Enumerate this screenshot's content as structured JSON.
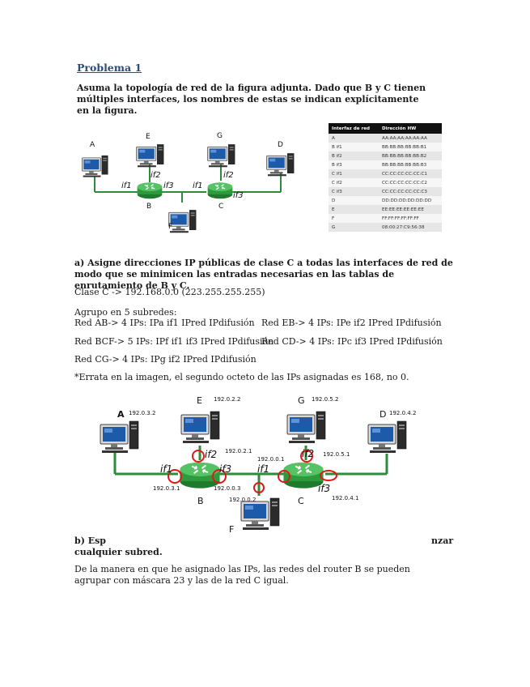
{
  "title": "Problema 1",
  "intro": "Asuma la topología de red de la figura adjunta. Dado que B y C tienen múltiples interfaces, los nombres de estas se indican explícitamente en la figura.",
  "mac_table": {
    "headers": [
      "Interfaz de red",
      "Dirección HW"
    ],
    "rows": [
      [
        "A",
        "AA:AA:AA:AA:AA:AA"
      ],
      [
        "B if1",
        "BB:BB:BB:BB:BB:B1"
      ],
      [
        "B if2",
        "BB:BB:BB:BB:BB:B2"
      ],
      [
        "B if3",
        "BB:BB:BB:BB:BB:B3"
      ],
      [
        "C if1",
        "CC:CC:CC:CC:CC:C1"
      ],
      [
        "C if2",
        "CC:CC:CC:CC:CC:C2"
      ],
      [
        "C if3",
        "CC:CC:CC:CC:CC:C3"
      ],
      [
        "D",
        "DD:DD:DD:DD:DD:DD"
      ],
      [
        "E",
        "EE:EE:EE:EE:EE:EE"
      ],
      [
        "F",
        "FF:FF:FF:FF:FF:FF"
      ],
      [
        "G",
        "08:00:27:C9:56:38"
      ]
    ]
  },
  "diagram1": {
    "nodes": {
      "A": "A",
      "E": "E",
      "G": "G",
      "D": "D",
      "B": "B",
      "C": "C",
      "F": "F"
    },
    "ifs": {
      "b_if1": "if1",
      "b_if2": "if2",
      "b_if3": "if3",
      "c_if1": "if1",
      "c_if2": "if2",
      "c_if3": "if3"
    }
  },
  "part_a": {
    "heading": "a) Asigne direcciones IP públicas de clase C a todas las interfaces de red de modo que se minimicen las entradas necesarias en las tablas de enrutamiento de B y C.",
    "clase": "Clase C -> 192.168.0.0 (223.255.255.255)",
    "agrupo": "Agrupo en 5 subredes:",
    "red_ab": "Red AB-> 4 IPs: IPa if1 IPred IPdifusión",
    "red_eb": "Red EB-> 4 IPs: IPe if2 IPred IPdifusión",
    "red_bcf": "Red BCF-> 5 IPs: IPf if1 if3 IPred IPdifusión",
    "red_cd": "Red CD-> 4 IPs: IPc if3 IPred IPdifusión",
    "red_cg": "Red CG-> 4 IPs: IPg if2 IPred IPdifusión",
    "errata": "*Errata en la imagen, el segundo octeto de las IPs asignadas es 168, no 0."
  },
  "diagram2": {
    "ips": {
      "A": "192.0.3.2",
      "E": "192.0.2.2",
      "G": "192.0.5.2",
      "D": "192.0.4.2",
      "B_if2": "192.0.2.1",
      "C_if2": "192.0.5.1",
      "C_if1": "192.0.0.1",
      "B_if1": "192.0.3.1",
      "B_if3": "192.0.0.3",
      "F": "192.0.0.2",
      "C_if3": "192.0.4.1"
    },
    "ifs": {
      "b_if1": "if1",
      "b_if2": "if2",
      "b_if3": "if3",
      "c_if1": "if1",
      "c_if2": "if2",
      "c_if3": "if3"
    },
    "nodes": {
      "A": "A",
      "E": "E",
      "G": "G",
      "D": "D",
      "B": "B",
      "C": "C",
      "F": "F"
    }
  },
  "part_b": {
    "heading_start": "b) Esp",
    "heading_end": "nzar",
    "heading_line2": "cualquier subred.",
    "answer": "De la manera en que he asignado las IPs, las redes del router B se pueden agrupar con máscara 23 y las de la red C igual."
  },
  "colors": {
    "link": "#2e8b3c",
    "router": "#2e9a3e",
    "highlight": "#e01818",
    "title": "#2a4d7a"
  }
}
